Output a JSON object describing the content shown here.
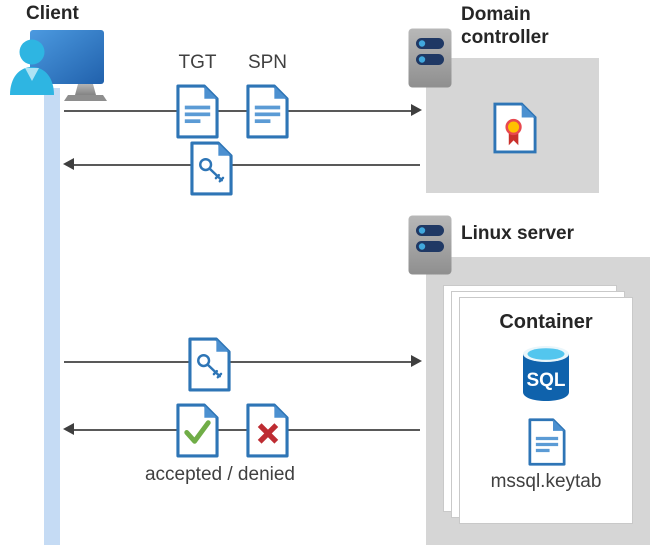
{
  "client": {
    "label": "Client"
  },
  "domain_controller": {
    "label": "Domain controller"
  },
  "linux_server": {
    "label": "Linux server"
  },
  "container": {
    "title": "Container",
    "sql_label": "SQL",
    "keytab_label": "mssql.keytab"
  },
  "flow": {
    "tgt_label": "TGT",
    "spn_label": "SPN",
    "result_label": "accepted / denied"
  },
  "icons": {
    "client": "client-workstation-icon",
    "domain_controller_server": "server-icon",
    "linux_server": "server-icon",
    "tgt": "ticket-document-icon",
    "spn": "ticket-document-icon",
    "service_ticket": "key-document-icon",
    "certificate": "certificate-icon",
    "accepted": "check-document-icon",
    "denied": "x-document-icon",
    "sql": "sql-database-icon",
    "keytab": "keytab-document-icon"
  },
  "colors": {
    "document_border": "#2E75B6",
    "document_fold": "#4C90D0",
    "document_lines": "#5B9BD5",
    "accepted_check": "#70AD47",
    "denied_x": "#BE2C32",
    "certificate_seal_gold": "#FFC000",
    "certificate_ribbon_red": "#C9302C",
    "sql_body_blue": "#0F62AC",
    "sql_top_cyan": "#53C6EE",
    "server_slot_navy": "#1F3864",
    "server_led_blue": "#41A8DD",
    "client_monitor_blue": "#3D87D3",
    "person_cyan": "#2EB5E2",
    "lifeline_blue": "#C5DBF4",
    "zone_gray": "#D6D6D6",
    "arrow_gray": "#595959",
    "title_text": "#262626",
    "label_text": "#404040"
  }
}
